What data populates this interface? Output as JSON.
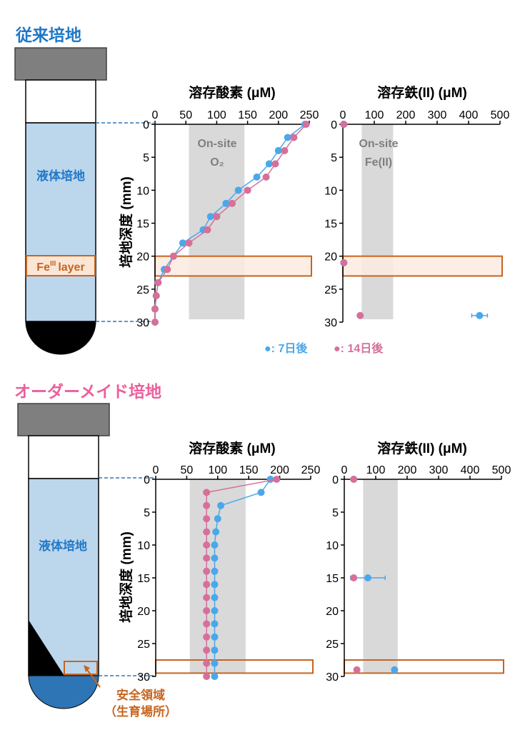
{
  "sections": [
    {
      "title": "従来培地",
      "tube": {
        "liquid_label": "液体培地",
        "layer_label_base": "Fe",
        "layer_label_sup": "III",
        "layer_label_rest": "layer"
      },
      "oxygen_plot": {
        "title": "溶存酸素 (μM)",
        "band_label_1": "On-site",
        "band_label_2": "O₂"
      },
      "iron_plot": {
        "title": "溶存鉄(II) (μM)",
        "band_label_1": "On-site",
        "band_label_2": "Fe(II)"
      },
      "y_axis_label": "培地深度 (mm)"
    },
    {
      "title": "オーダーメイド培地",
      "tube": {
        "liquid_label": "液体培地",
        "safe_label_1": "安全領域",
        "safe_label_2": "（生育場所）"
      },
      "oxygen_plot": {
        "title": "溶存酸素 (μM)"
      },
      "iron_plot": {
        "title": "溶存鉄(II) (μM)"
      },
      "y_axis_label": "培地深度 (mm)"
    }
  ],
  "legend": {
    "day7": "●: 7日後",
    "day14": "●: 14日後"
  },
  "colors": {
    "day7": "#4aa8ea",
    "day14": "#d6709a",
    "band": "#d9d9d9",
    "highlight": "#c8641e",
    "tube_liquid": "#bcd6ec",
    "title_blue": "#1f78c8",
    "title_pink": "#ec5f9b"
  },
  "chart_data": [
    {
      "type": "line",
      "panel": "従来培地 - 溶存酸素",
      "xlabel": "溶存酸素 (μM)",
      "ylabel": "培地深度 (mm)",
      "xlim": [
        0,
        250
      ],
      "ylim": [
        30,
        0
      ],
      "xticks": [
        0,
        50,
        100,
        150,
        200,
        250
      ],
      "yticks": [
        0,
        5,
        10,
        15,
        20,
        25,
        30
      ],
      "band": [
        55,
        145
      ],
      "highlight_depth": [
        20,
        23
      ],
      "series": [
        {
          "name": "7日後",
          "points": [
            [
              243,
              0
            ],
            [
              215,
              2
            ],
            [
              200,
              4
            ],
            [
              185,
              6
            ],
            [
              165,
              8
            ],
            [
              135,
              10
            ],
            [
              115,
              12
            ],
            [
              90,
              14
            ],
            [
              78,
              16
            ],
            [
              45,
              18
            ],
            [
              30,
              20
            ],
            [
              15,
              22
            ],
            [
              5,
              24
            ],
            [
              2,
              26
            ],
            [
              0,
              28
            ],
            [
              0,
              30
            ]
          ]
        },
        {
          "name": "14日後",
          "points": [
            [
              245,
              0
            ],
            [
              225,
              2
            ],
            [
              210,
              4
            ],
            [
              195,
              6
            ],
            [
              180,
              8
            ],
            [
              150,
              10
            ],
            [
              125,
              12
            ],
            [
              100,
              14
            ],
            [
              85,
              16
            ],
            [
              55,
              18
            ],
            [
              30,
              20
            ],
            [
              20,
              22
            ],
            [
              5,
              24
            ],
            [
              2,
              26
            ],
            [
              0,
              28
            ],
            [
              0,
              30
            ]
          ]
        }
      ]
    },
    {
      "type": "scatter",
      "panel": "従来培地 - 溶存鉄(II)",
      "xlabel": "溶存鉄(II) (μM)",
      "xlim": [
        0,
        500
      ],
      "ylim": [
        30,
        0
      ],
      "xticks": [
        0,
        100,
        200,
        300,
        400,
        500
      ],
      "yticks": [
        0,
        5,
        10,
        15,
        20,
        25,
        30
      ],
      "band": [
        60,
        160
      ],
      "highlight_depth": [
        20,
        23
      ],
      "series": [
        {
          "name": "7日後",
          "points": [
            [
              3,
              0
            ],
            [
              3,
              21
            ],
            [
              435,
              29
            ]
          ],
          "xerr": [
            0,
            0,
            25
          ]
        },
        {
          "name": "14日後",
          "points": [
            [
              3,
              0
            ],
            [
              3,
              21
            ],
            [
              55,
              29
            ]
          ],
          "xerr": [
            0,
            0,
            0
          ]
        }
      ]
    },
    {
      "type": "line",
      "panel": "オーダーメイド培地 - 溶存酸素",
      "xlabel": "溶存酸素 (μM)",
      "ylabel": "培地深度 (mm)",
      "xlim": [
        0,
        250
      ],
      "ylim": [
        30,
        0
      ],
      "xticks": [
        0,
        50,
        100,
        150,
        200,
        250
      ],
      "yticks": [
        0,
        5,
        10,
        15,
        20,
        25,
        30
      ],
      "band": [
        55,
        145
      ],
      "highlight_depth": [
        27.5,
        29.5
      ],
      "series": [
        {
          "name": "7日後",
          "points": [
            [
              185,
              0
            ],
            [
              170,
              2
            ],
            [
              105,
              4
            ],
            [
              100,
              6
            ],
            [
              97,
              8
            ],
            [
              95,
              10
            ],
            [
              95,
              12
            ],
            [
              95,
              14
            ],
            [
              95,
              16
            ],
            [
              95,
              18
            ],
            [
              95,
              20
            ],
            [
              95,
              22
            ],
            [
              95,
              24
            ],
            [
              95,
              26
            ],
            [
              95,
              28
            ],
            [
              95,
              30
            ]
          ]
        },
        {
          "name": "14日後",
          "points": [
            [
              195,
              0
            ],
            [
              82,
              2
            ],
            [
              82,
              4
            ],
            [
              82,
              6
            ],
            [
              82,
              8
            ],
            [
              82,
              10
            ],
            [
              82,
              12
            ],
            [
              82,
              14
            ],
            [
              82,
              16
            ],
            [
              82,
              18
            ],
            [
              82,
              20
            ],
            [
              82,
              22
            ],
            [
              82,
              24
            ],
            [
              82,
              26
            ],
            [
              82,
              28
            ],
            [
              82,
              30
            ]
          ]
        }
      ]
    },
    {
      "type": "scatter",
      "panel": "オーダーメイド培地 - 溶存鉄(II)",
      "xlabel": "溶存鉄(II) (μM)",
      "xlim": [
        0,
        500
      ],
      "ylim": [
        30,
        0
      ],
      "xticks": [
        0,
        100,
        200,
        300,
        400,
        500
      ],
      "yticks": [
        0,
        5,
        10,
        15,
        20,
        25,
        30
      ],
      "band": [
        60,
        170
      ],
      "highlight_depth": [
        27.5,
        29.5
      ],
      "series": [
        {
          "name": "7日後",
          "points": [
            [
              30,
              0
            ],
            [
              75,
              15
            ],
            [
              160,
              29
            ]
          ],
          "xerr": [
            0,
            55,
            0
          ]
        },
        {
          "name": "14日後",
          "points": [
            [
              30,
              0
            ],
            [
              30,
              15
            ],
            [
              40,
              29
            ]
          ],
          "xerr": [
            0,
            0,
            0
          ]
        }
      ]
    }
  ]
}
